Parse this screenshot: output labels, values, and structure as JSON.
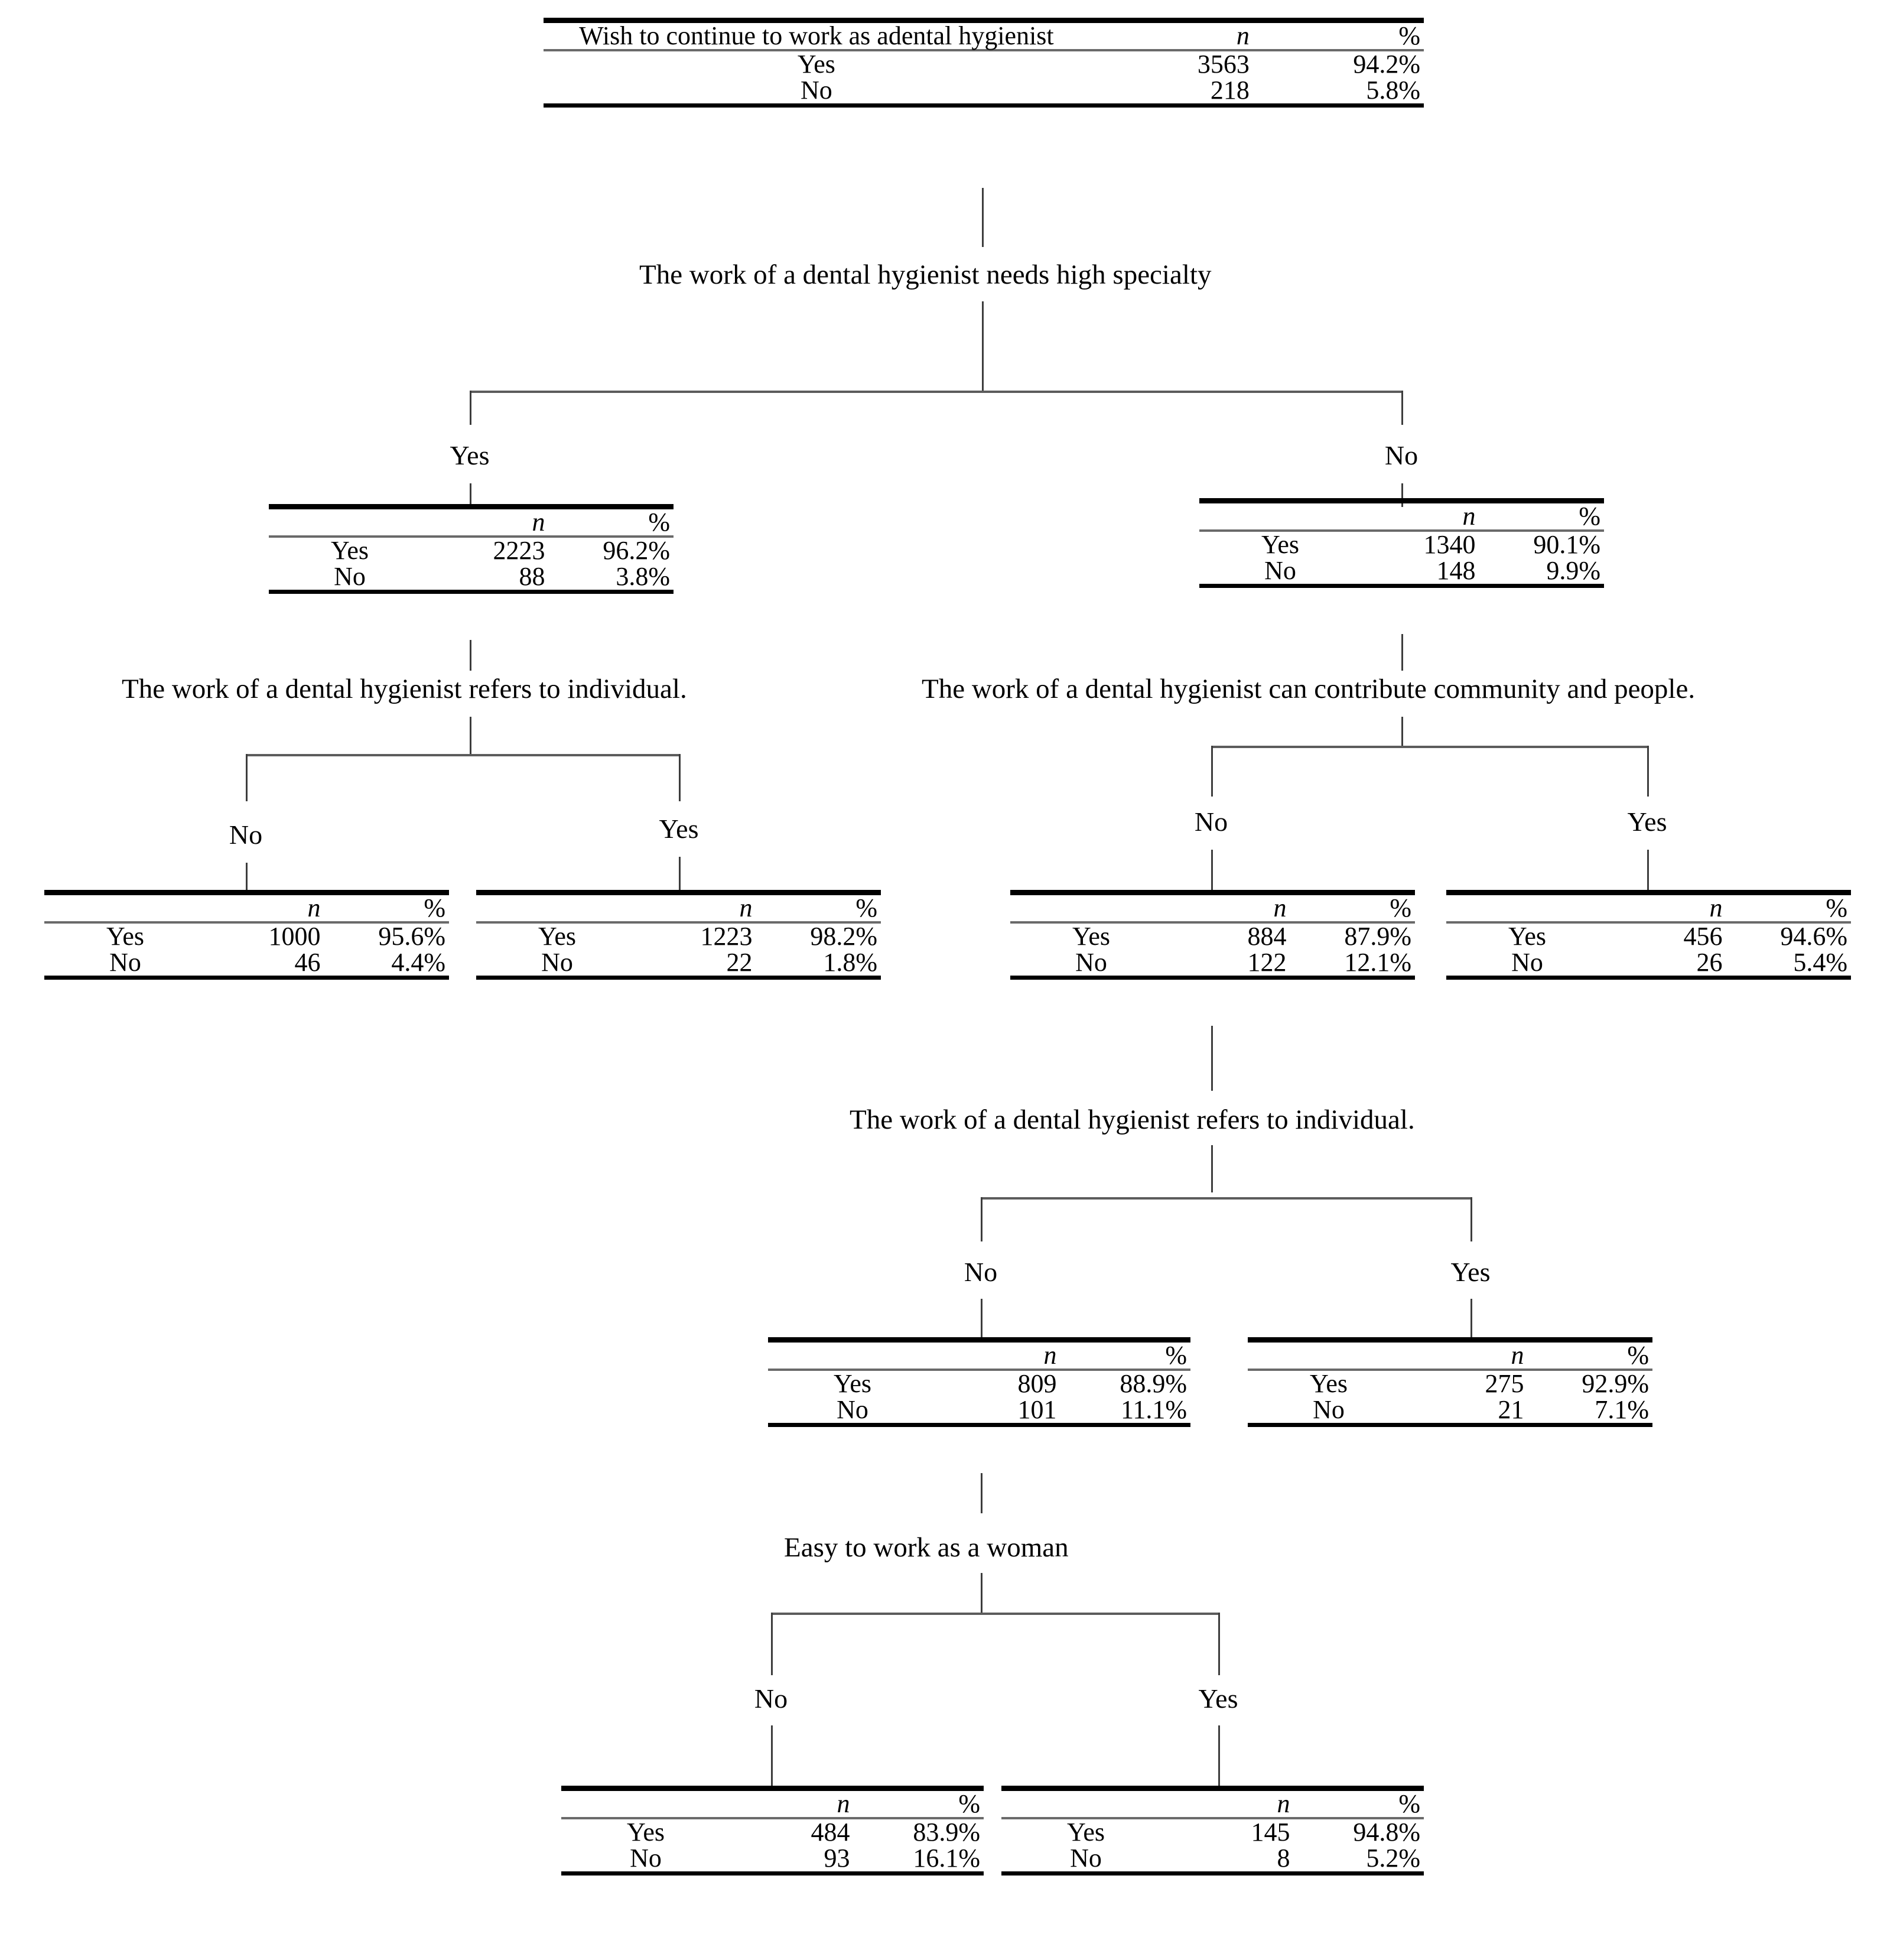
{
  "diagram": {
    "type": "decision-tree",
    "columns": {
      "n": "n",
      "pct": "%"
    },
    "root": {
      "title": "Wish to continue to work as adental hygienist",
      "rows": [
        {
          "label": "Yes",
          "n": "3563",
          "pct": "94.2%"
        },
        {
          "label": "No",
          "n": "218",
          "pct": "5.8%"
        }
      ]
    },
    "splits": {
      "s1": "The work of a dental hygienist needs high specialty",
      "s2_left": "The work of a dental hygienist refers to individual.",
      "s2_right": "The work of a dental hygienist can contribute community and people.",
      "s3": "The work of a dental hygienist refers to individual.",
      "s4": "Easy to work as a woman"
    },
    "branch_labels": {
      "l1_yes": "Yes",
      "l1_no": "No",
      "l2a_no": "No",
      "l2a_yes": "Yes",
      "l2b_no": "No",
      "l2b_yes": "Yes",
      "l3_no": "No",
      "l3_yes": "Yes",
      "l4_no": "No",
      "l4_yes": "Yes"
    },
    "nodes": {
      "n_l1_yes": {
        "rows": [
          {
            "label": "Yes",
            "n": "2223",
            "pct": "96.2%"
          },
          {
            "label": "No",
            "n": "88",
            "pct": "3.8%"
          }
        ]
      },
      "n_l1_no": {
        "rows": [
          {
            "label": "Yes",
            "n": "1340",
            "pct": "90.1%"
          },
          {
            "label": "No",
            "n": "148",
            "pct": "9.9%"
          }
        ]
      },
      "n_l2a_no": {
        "rows": [
          {
            "label": "Yes",
            "n": "1000",
            "pct": "95.6%"
          },
          {
            "label": "No",
            "n": "46",
            "pct": "4.4%"
          }
        ]
      },
      "n_l2a_yes": {
        "rows": [
          {
            "label": "Yes",
            "n": "1223",
            "pct": "98.2%"
          },
          {
            "label": "No",
            "n": "22",
            "pct": "1.8%"
          }
        ]
      },
      "n_l2b_no": {
        "rows": [
          {
            "label": "Yes",
            "n": "884",
            "pct": "87.9%"
          },
          {
            "label": "No",
            "n": "122",
            "pct": "12.1%"
          }
        ]
      },
      "n_l2b_yes": {
        "rows": [
          {
            "label": "Yes",
            "n": "456",
            "pct": "94.6%"
          },
          {
            "label": "No",
            "n": "26",
            "pct": "5.4%"
          }
        ]
      },
      "n_l3_no": {
        "rows": [
          {
            "label": "Yes",
            "n": "809",
            "pct": "88.9%"
          },
          {
            "label": "No",
            "n": "101",
            "pct": "11.1%"
          }
        ]
      },
      "n_l3_yes": {
        "rows": [
          {
            "label": "Yes",
            "n": "275",
            "pct": "92.9%"
          },
          {
            "label": "No",
            "n": "21",
            "pct": "7.1%"
          }
        ]
      },
      "n_l4_no": {
        "rows": [
          {
            "label": "Yes",
            "n": "484",
            "pct": "83.9%"
          },
          {
            "label": "No",
            "n": "93",
            "pct": "16.1%"
          }
        ]
      },
      "n_l4_yes": {
        "rows": [
          {
            "label": "Yes",
            "n": "145",
            "pct": "94.8%"
          },
          {
            "label": "No",
            "n": "8",
            "pct": "5.2%"
          }
        ]
      }
    },
    "colors": {
      "ink": "#000000",
      "rule": "#5c5c5c",
      "background": "#ffffff"
    }
  }
}
